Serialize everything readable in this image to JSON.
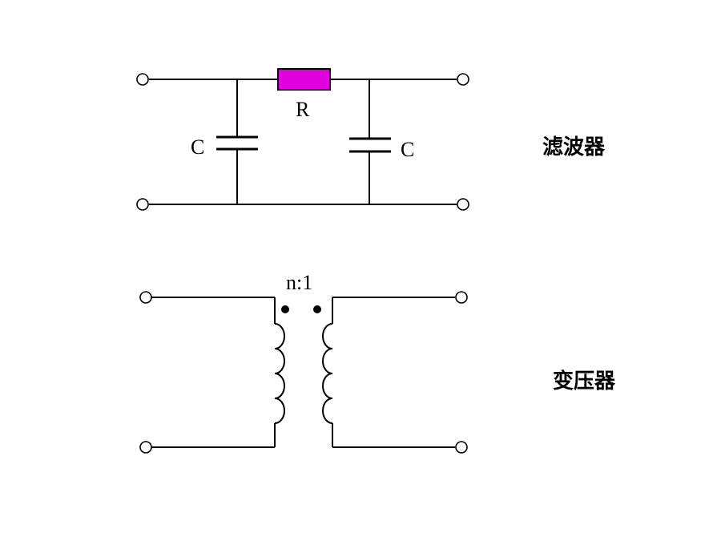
{
  "filter": {
    "caption": "滤波器",
    "resistor_label": "R",
    "left_capacitor_label": "C",
    "right_capacitor_label": "C",
    "resistor_color": "#E000E0"
  },
  "transformer": {
    "caption": "变压器",
    "ratio_label": "n:1"
  }
}
